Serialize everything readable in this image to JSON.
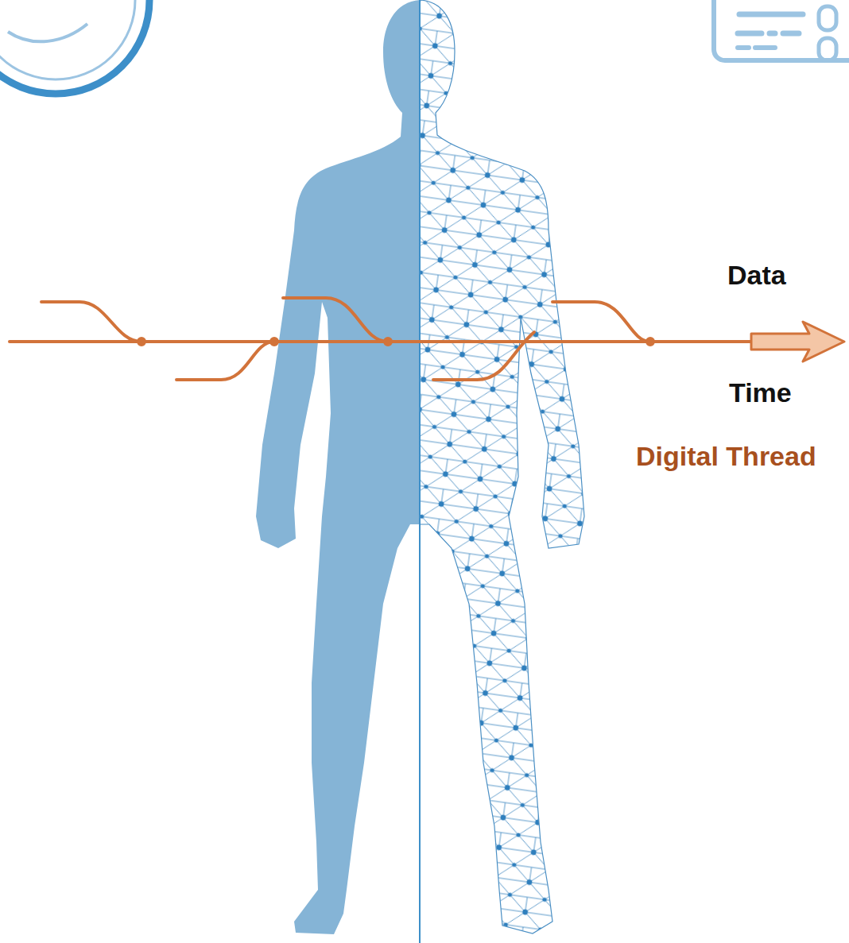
{
  "diagram": {
    "labels": [
      "Data",
      "Time",
      "Digital Thread"
    ]
  }
}
